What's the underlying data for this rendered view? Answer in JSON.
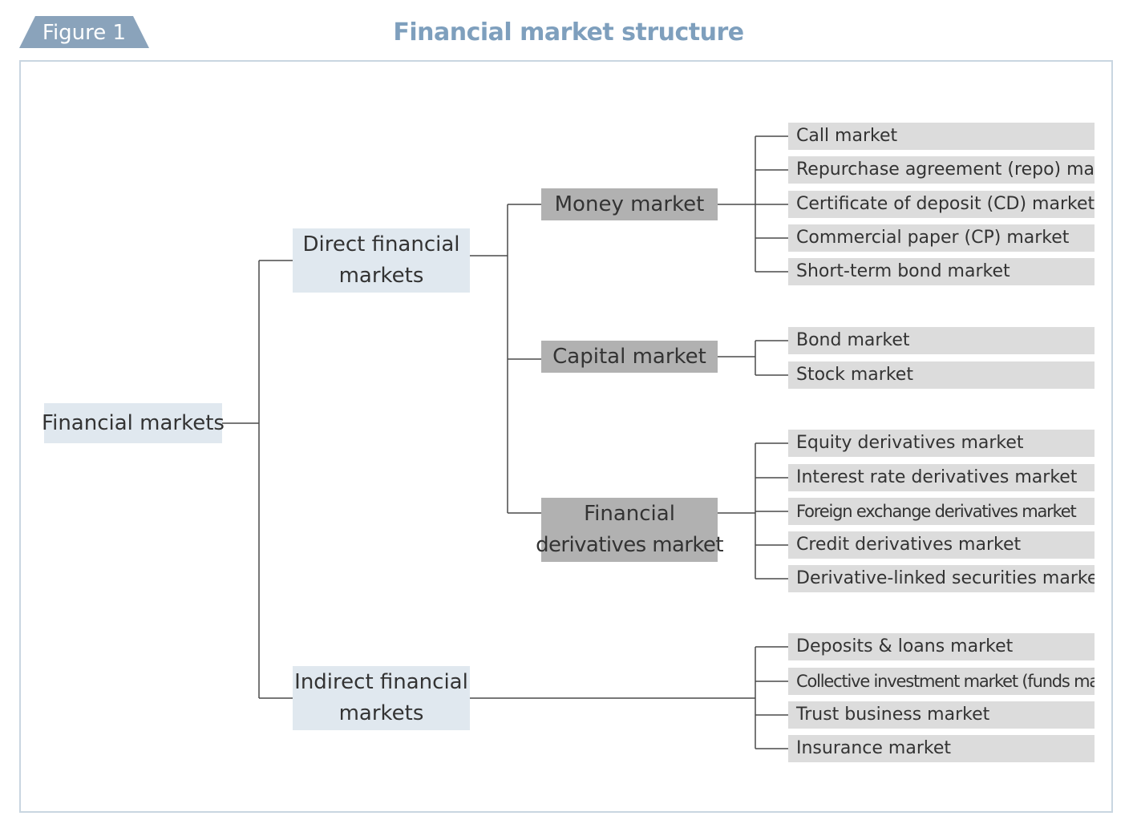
{
  "figure_label": "Figure 1",
  "title": "Financial market structure",
  "root": {
    "label": "Financial markets"
  },
  "direct": {
    "label_line1": "Direct financial",
    "label_line2": "markets"
  },
  "indirect": {
    "label_line1": "Indirect financial",
    "label_line2": "markets"
  },
  "money_market": {
    "label": "Money market",
    "items": [
      "Call market",
      "Repurchase agreement (repo) market",
      "Certificate of deposit (CD) market",
      "Commercial paper (CP) market",
      "Short-term bond market"
    ]
  },
  "capital_market": {
    "label": "Capital market",
    "items": [
      "Bond market",
      "Stock market"
    ]
  },
  "derivatives_market": {
    "label_line1": "Financial",
    "label_line2": "derivatives market",
    "items": [
      "Equity derivatives market",
      "Interest rate derivatives market",
      "Foreign exchange derivatives market",
      "Credit derivatives market",
      "Derivative-linked securities market"
    ]
  },
  "indirect_items": [
    "Deposits & loans market",
    "Collective investment market (funds market)",
    "Trust business market",
    "Insurance market"
  ],
  "colors": {
    "tab": "#8aa3bb",
    "title": "#7e9fbd",
    "frame_border": "#c9d6e1",
    "light_node": "#e0e8ef",
    "mid_node": "#b1b1b1",
    "leaf": "#dcdcdc",
    "line": "#4a4a4a"
  }
}
